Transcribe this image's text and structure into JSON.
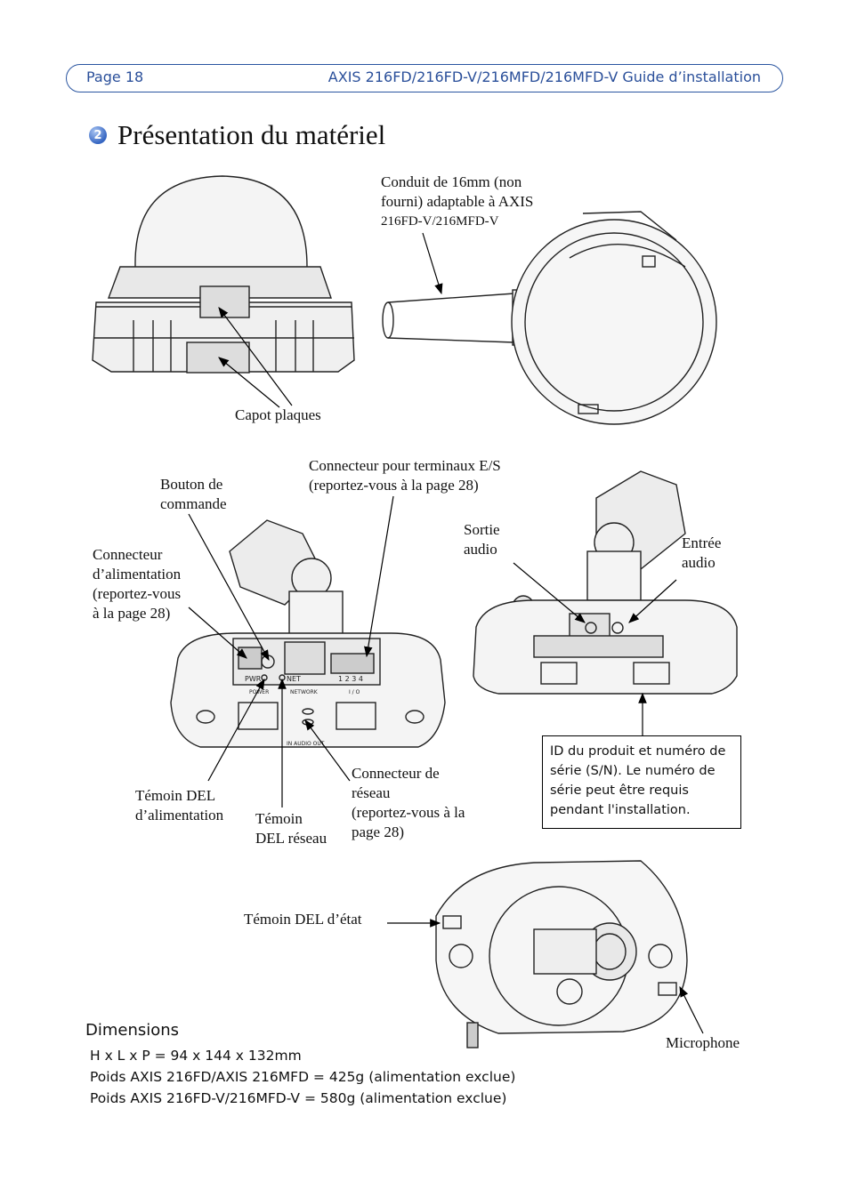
{
  "header": {
    "page_label": "Page 18",
    "doc_title": "AXIS 216FD/216FD-V/216MFD/216MFD-V Guide d’installation"
  },
  "section": {
    "number": "2",
    "title": "Présentation du matériel"
  },
  "labels": {
    "conduit_line1": "Conduit de 16mm (non",
    "conduit_line2": "fourni) adaptable à AXIS",
    "conduit_line3": "216FD-V/216MFD-V",
    "capot": "Capot plaques",
    "io_line1": "Connecteur pour terminaux E/S",
    "io_line2": "(reportez-vous à la page 28)",
    "bouton_line1": "Bouton de",
    "bouton_line2": "commande",
    "power_line1": "Connecteur",
    "power_line2": "d’alimentation",
    "power_line3": "(reportez-vous",
    "power_line4": "à la page 28)",
    "sortie_line1": "Sortie",
    "sortie_line2": "audio",
    "entree_line1": "Entrée",
    "entree_line2": "audio",
    "led_power_line1": "Témoin DEL",
    "led_power_line2": "d’alimentation",
    "led_net_line1": "Témoin",
    "led_net_line2": "DEL réseau",
    "net_line1": "Connecteur de",
    "net_line2": "réseau",
    "net_line3": "(reportez-vous à la",
    "net_line4": "page 28)",
    "status_led": "Témoin DEL d’état",
    "microphone": "Microphone"
  },
  "id_box": {
    "line1": "ID du produit et numéro de",
    "line2": "série (S/N). Le numéro de",
    "line3": "série peut être requis",
    "line4": "pendant l'installation."
  },
  "device_markings": {
    "pwr": "PWR",
    "net": "NET",
    "io_pins": "1  2  3  4",
    "power": "POWER",
    "network": "NETWORK",
    "io": "I / O",
    "audio": "IN  AUDIO  OUT"
  },
  "dimensions": {
    "title": "Dimensions",
    "line1": "H x L x P = 94 x 144 x 132mm",
    "line2": "Poids AXIS 216FD/AXIS 216MFD = 425g (alimentation exclue)",
    "line3": "Poids AXIS 216FD-V/216MFD-V = 580g  (alimentation exclue)"
  }
}
